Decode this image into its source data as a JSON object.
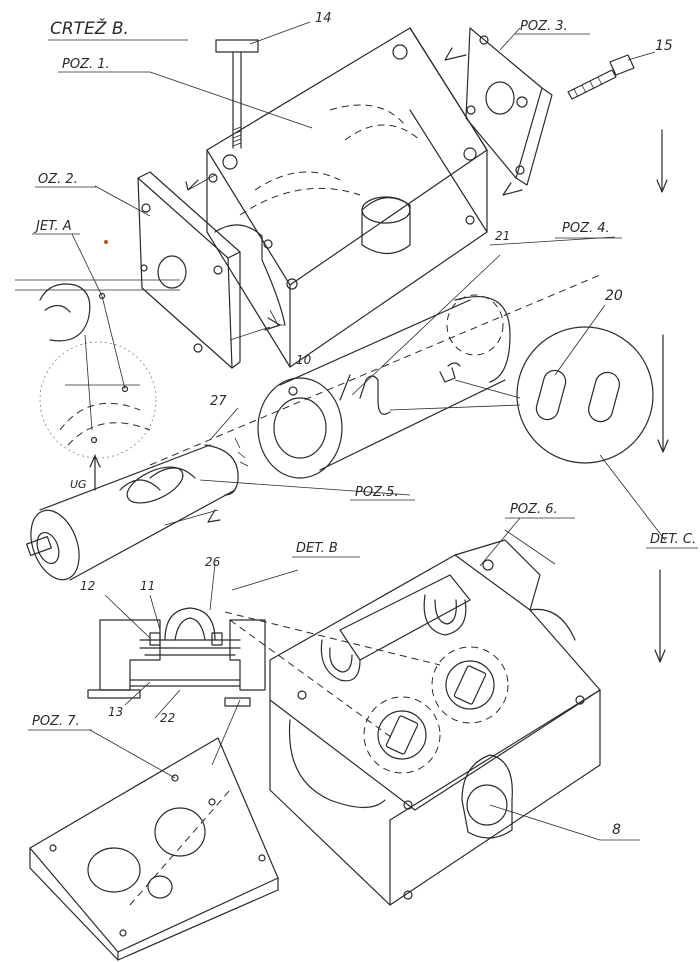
{
  "drawing": {
    "title": "CRTEŽ B.",
    "labels": {
      "poz1": "POZ. 1.",
      "poz2": "OZ. 2.",
      "poz3": "POZ. 3.",
      "poz4": "POZ. 4.",
      "poz5": "POZ.5.",
      "poz6": "POZ. 6.",
      "poz7": "POZ. 7.",
      "detA": "JET. A",
      "detB": "DET. B",
      "detC": "DET. C.",
      "ug": "UG",
      "n4": "14",
      "n8": "8",
      "n10": "10",
      "n11": "11",
      "n12": "12",
      "n13": "13",
      "n15": "15",
      "n20": "20",
      "n21": "21",
      "n22": "22",
      "n26": "26",
      "n27": "27"
    }
  },
  "colors": {
    "paper": "#ffffff",
    "ink": "#2a2a2a",
    "accent_mark": "#b5541c"
  }
}
